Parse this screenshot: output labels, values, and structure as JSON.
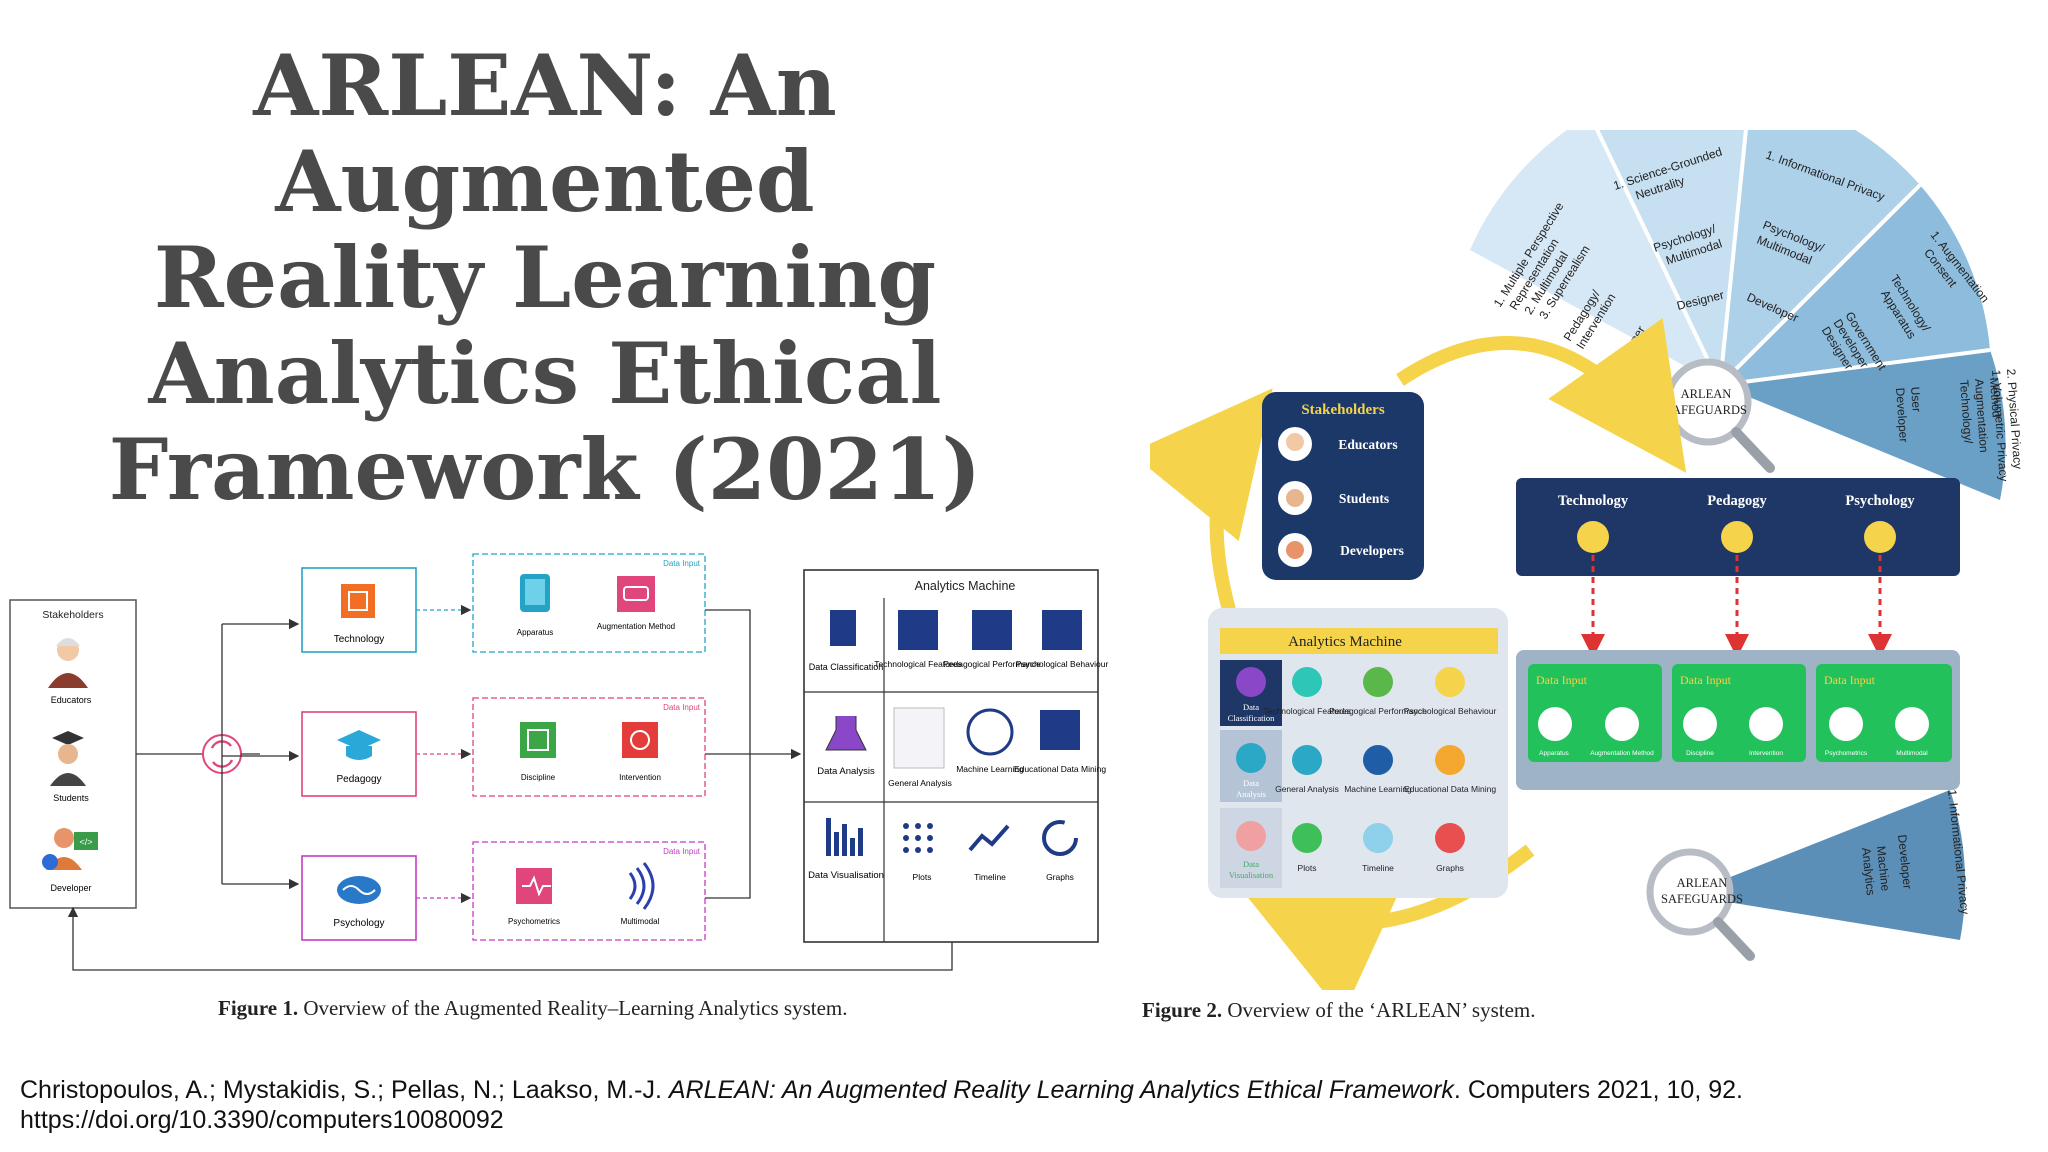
{
  "title_lines": [
    "ARLEAN: An Augmented",
    "Reality Learning",
    "Analytics Ethical",
    "Framework (2021)"
  ],
  "figure1": {
    "caption_label": "Figure 1.",
    "caption_text": "Overview of the Augmented Reality–Learning Analytics system.",
    "stakeholders": {
      "title": "Stakeholders",
      "items": [
        "Educators",
        "Students",
        "Developer"
      ]
    },
    "rows": [
      {
        "name": "Technology",
        "color": "#25a3c6",
        "data_input": "Data Input",
        "inputs": [
          "Apparatus",
          "Augmentation Method"
        ]
      },
      {
        "name": "Pedagogy",
        "color": "#e0457b",
        "data_input": "Data Input",
        "inputs": [
          "Discipline",
          "Intervention"
        ]
      },
      {
        "name": "Psychology",
        "color": "#c43cc2",
        "data_input": "Data Input",
        "inputs": [
          "Psychometrics",
          "Multimodal"
        ]
      }
    ],
    "analytics_machine": {
      "title": "Analytics Machine",
      "rows": [
        {
          "label": "Data Classification",
          "items": [
            "Technological Features",
            "Pedagogical Performance",
            "Psychological Behaviour"
          ]
        },
        {
          "label": "Data Analysis",
          "items": [
            "General Analysis",
            "Machine Learning",
            "Educational Data Mining"
          ]
        },
        {
          "label": "Data Visualisation",
          "items": [
            "Plots",
            "Timeline",
            "Graphs"
          ]
        }
      ]
    }
  },
  "figure2": {
    "caption_label": "Figure 2.",
    "caption_text": "Overview of the ‘ARLEAN’ system.",
    "stakeholders": {
      "title": "Stakeholders",
      "items": [
        "Educators",
        "Students",
        "Developers"
      ]
    },
    "categories": [
      "Technology",
      "Pedagogy",
      "Psychology"
    ],
    "data_inputs": [
      {
        "label": "Data Input",
        "items": [
          "Apparatus",
          "Augmentation Method"
        ]
      },
      {
        "label": "Data Input",
        "items": [
          "Discipline",
          "Intervention"
        ]
      },
      {
        "label": "Data Input",
        "items": [
          "Psychometrics",
          "Multimodal"
        ]
      }
    ],
    "analytics_machine": {
      "title": "Analytics Machine",
      "rows": [
        {
          "label": "Data Classification",
          "items": [
            "Technological Features",
            "Pedagogical Performance",
            "Psychological Behaviour"
          ]
        },
        {
          "label": "Data Analysis",
          "items": [
            "General Analysis",
            "Machine Learning",
            "Educational Data Mining"
          ]
        },
        {
          "label": "Data Visualisation",
          "items": [
            "Plots",
            "Timeline",
            "Graphs"
          ]
        }
      ]
    },
    "safeguards_label": "ARLEAN SAFEGUARDS",
    "fan_top": [
      {
        "lines": [
          "1. Multiple Perspective",
          "Representation",
          "2. Multimodal",
          "3. Superrealism"
        ]
      },
      {
        "lines": [
          "Pedagogy/",
          "Intervention"
        ]
      },
      {
        "lines": [
          "Designer"
        ]
      },
      {
        "lines": [
          "1. Science-Grounded",
          "Neutrality"
        ]
      },
      {
        "lines": [
          "Psychology/",
          "Multimodal"
        ]
      },
      {
        "lines": [
          "Designer"
        ]
      },
      {
        "lines": [
          "1. Informational Privacy"
        ]
      },
      {
        "lines": [
          "Psychology/",
          "Multimodal"
        ]
      },
      {
        "lines": [
          "Developer"
        ]
      },
      {
        "lines": [
          "1. Augmentation",
          "Consent"
        ]
      },
      {
        "lines": [
          "Technology/",
          "Apparatus"
        ]
      },
      {
        "lines": [
          "Government",
          "Developer",
          "Designer"
        ]
      },
      {
        "lines": [
          "1. Volumetric Privacy",
          "2. Physical Privacy"
        ]
      },
      {
        "lines": [
          "Technology/",
          "Augmentation",
          "Method"
        ]
      },
      {
        "lines": [
          "Developer",
          "User"
        ]
      }
    ],
    "fan_bottom": [
      {
        "lines": [
          "1. Informational Privacy"
        ]
      },
      {
        "lines": [
          "Developer"
        ]
      },
      {
        "lines": [
          "Analytics",
          "Machine"
        ]
      }
    ]
  },
  "citation_prefix": "Christopoulos, A.; Mystakidis, S.; Pellas, N.; Laakso, M.-J. ",
  "citation_italic": "ARLEAN: An Augmented Reality Learning Analytics Ethical Framework",
  "citation_suffix": ". Computers 2021, 10, 92.",
  "citation_doi": "https://doi.org/10.3390/computers10080092"
}
